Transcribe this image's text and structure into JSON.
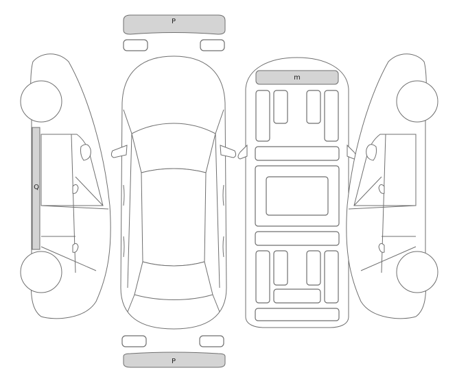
{
  "labels": {
    "front_bumper": "P",
    "rear_bumper": "P",
    "left_side_sill": "Q",
    "roof_panel": "m"
  },
  "colors": {
    "outline": "#6e6e6e",
    "highlight": "#d4d4d4",
    "background": "#ffffff"
  }
}
